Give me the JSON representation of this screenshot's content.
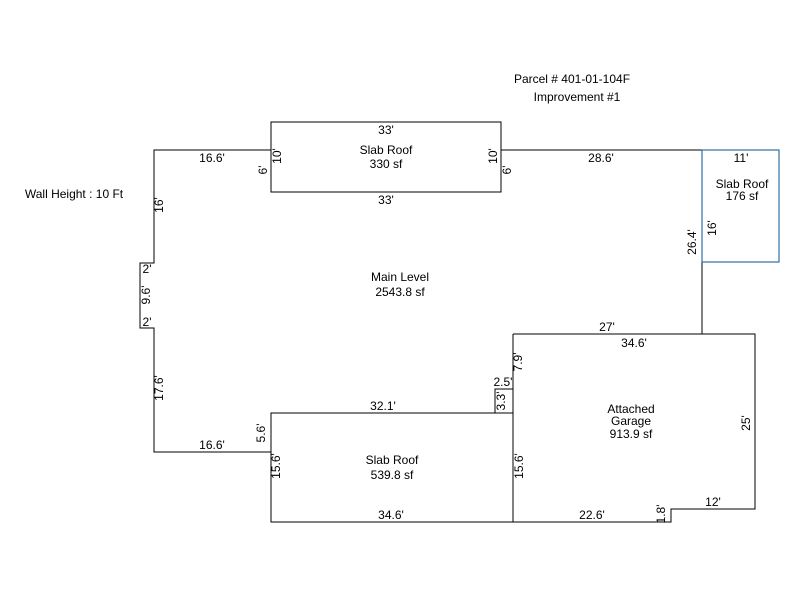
{
  "header": {
    "parcel": "Parcel # 401-01-104F",
    "improvement": "Improvement #1",
    "wall_height": "Wall Height : 10 Ft"
  },
  "areas": {
    "slab_top": {
      "name": "Slab Roof",
      "area": "330 sf"
    },
    "slab_right": {
      "name": "Slab Roof",
      "area": "176 sf"
    },
    "main": {
      "name": "Main Level",
      "area": "2543.8 sf"
    },
    "garage": {
      "line1": "Attached",
      "line2": "Garage",
      "area": "913.9 sf"
    },
    "slab_bottom": {
      "name": "Slab Roof",
      "area": "539.8 sf"
    }
  },
  "dims": {
    "d33_top": "33'",
    "d33_bottom": "33'",
    "d10_left": "10'",
    "d10_right": "10'",
    "d6_left": "6'",
    "d6_right": "6'",
    "d16_6_top": "16.6'",
    "d16_left": "16'",
    "d2_upper": "2'",
    "d9_6": "9.6'",
    "d2_lower": "2'",
    "d17_6": "17.6'",
    "d16_6_bottom": "16.6'",
    "d28_6": "28.6'",
    "d11": "11'",
    "d16_slab": "16'",
    "d26_4": "26.4'",
    "d27": "27'",
    "d34_6_garage": "34.6'",
    "d7_9": "7.9'",
    "d2_5": "2.5'",
    "d3_3": "3.3'",
    "d32_1": "32.1'",
    "d5_6": "5.6'",
    "d15_6_left": "15.6'",
    "d15_6_right": "15.6'",
    "d34_6_bottom": "34.6'",
    "d22_6": "22.6'",
    "d1_8": "1.8'",
    "d12": "12'",
    "d25": "25'"
  }
}
